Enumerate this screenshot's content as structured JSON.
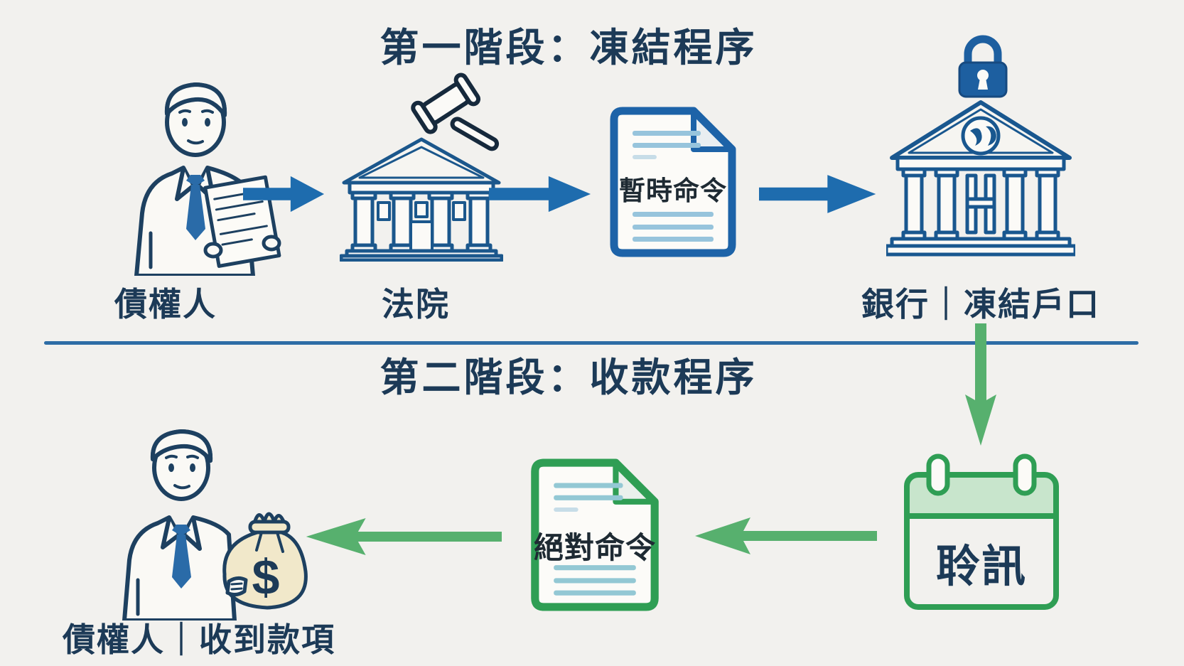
{
  "diagram": {
    "phase1": {
      "title": "第一階段：凍結程序",
      "creditor_label": "債權人",
      "court_label": "法院",
      "order_doc_text": "暫時命令",
      "bank_label": "銀行｜凍結戶口"
    },
    "phase2": {
      "title": "第二階段：收款程序",
      "hearing_text": "聆訊",
      "order_doc_text": "絕對命令",
      "creditor_label": "債權人｜收到款項",
      "money_symbol": "$"
    },
    "icons": {
      "creditor": "person-reading-document-icon",
      "court": "courthouse-gavel-icon",
      "interim_order": "blue-document-icon",
      "bank": "bank-building-icon",
      "lock": "padlock-icon",
      "hearing": "calendar-icon",
      "final_order": "green-document-icon",
      "payment": "person-money-bag-icon"
    },
    "colors": {
      "background": "#f2f1ee",
      "text": "#1c3a57",
      "blue_arrow": "#1e6cae",
      "blue_outline": "#1b578c",
      "blue_doc_border": "#1d63a8",
      "doc_line": "#97c4dc",
      "lock_fill": "#1d5fa0",
      "green_arrow": "#57b06e",
      "green_outline": "#2f9e54",
      "calendar_header": "#c8e5cc",
      "divider": "#2e6da6",
      "money_bag_fill": "#f1e8ca"
    }
  }
}
